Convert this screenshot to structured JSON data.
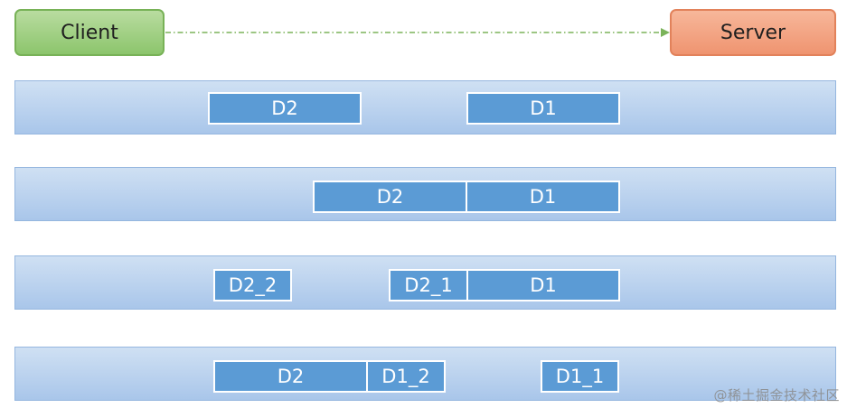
{
  "nodes": {
    "client": {
      "label": "Client"
    },
    "server": {
      "label": "Server"
    }
  },
  "rows": [
    {
      "packets": [
        "D2",
        "D1"
      ]
    },
    {
      "packets": [
        "D2",
        "D1"
      ]
    },
    {
      "packets": [
        "D2_2",
        "D2_1",
        "D1"
      ]
    },
    {
      "packets": [
        "D2",
        "D1_2",
        "D1_1"
      ]
    }
  ],
  "watermark": "@稀土掘金技术社区",
  "colors": {
    "client": "#8cc56c",
    "server": "#ef9470",
    "lane": "#a9c6ea",
    "packet": "#5b9bd5",
    "link": "#7bb35a"
  }
}
